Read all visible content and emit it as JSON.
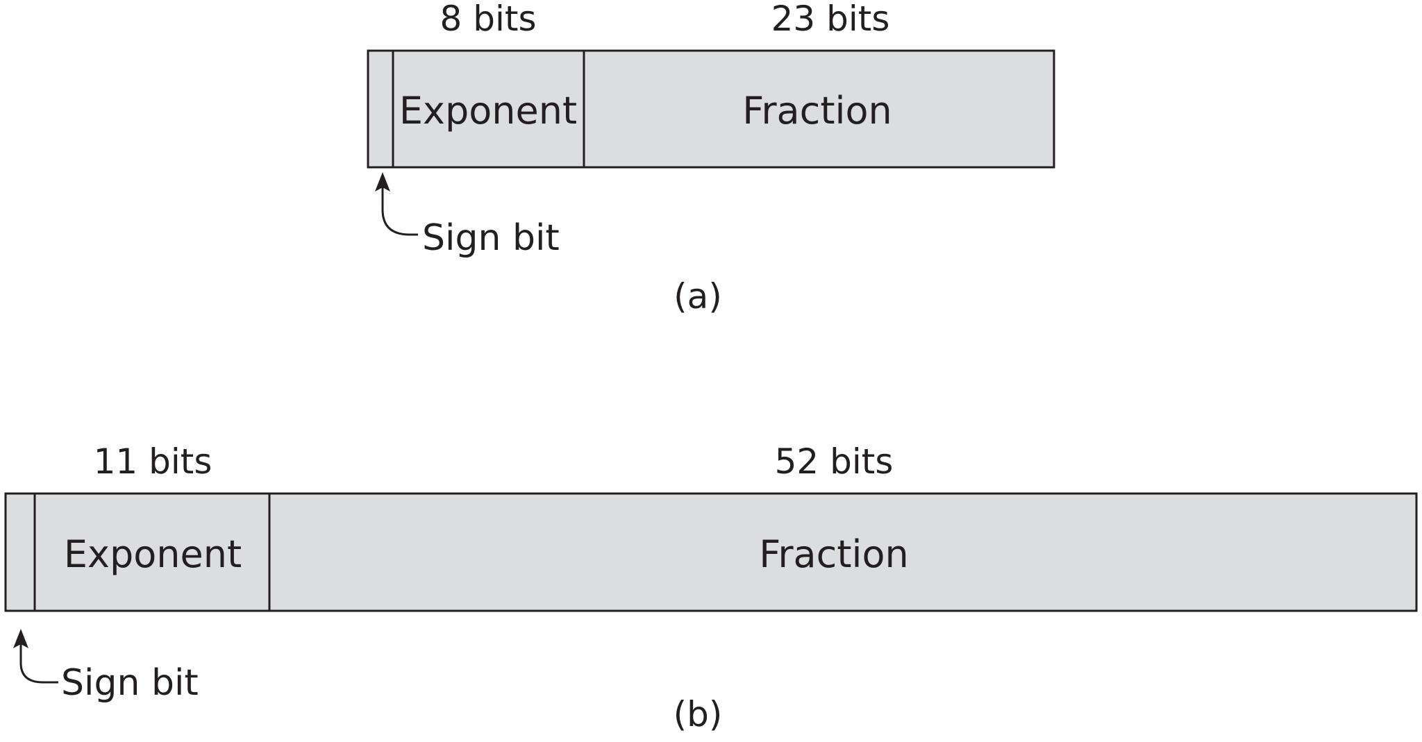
{
  "panels": [
    {
      "caption": "(a)",
      "exponent_bits": "8 bits",
      "fraction_bits": "23 bits",
      "exponent_label": "Exponent",
      "fraction_label": "Fraction",
      "sign_label": "Sign bit"
    },
    {
      "caption": "(b)",
      "exponent_bits": "11 bits",
      "fraction_bits": "52 bits",
      "exponent_label": "Exponent",
      "fraction_label": "Fraction",
      "sign_label": "Sign bit"
    }
  ],
  "colors": {
    "field_fill": "#dcdddf",
    "stroke": "#231f20"
  }
}
